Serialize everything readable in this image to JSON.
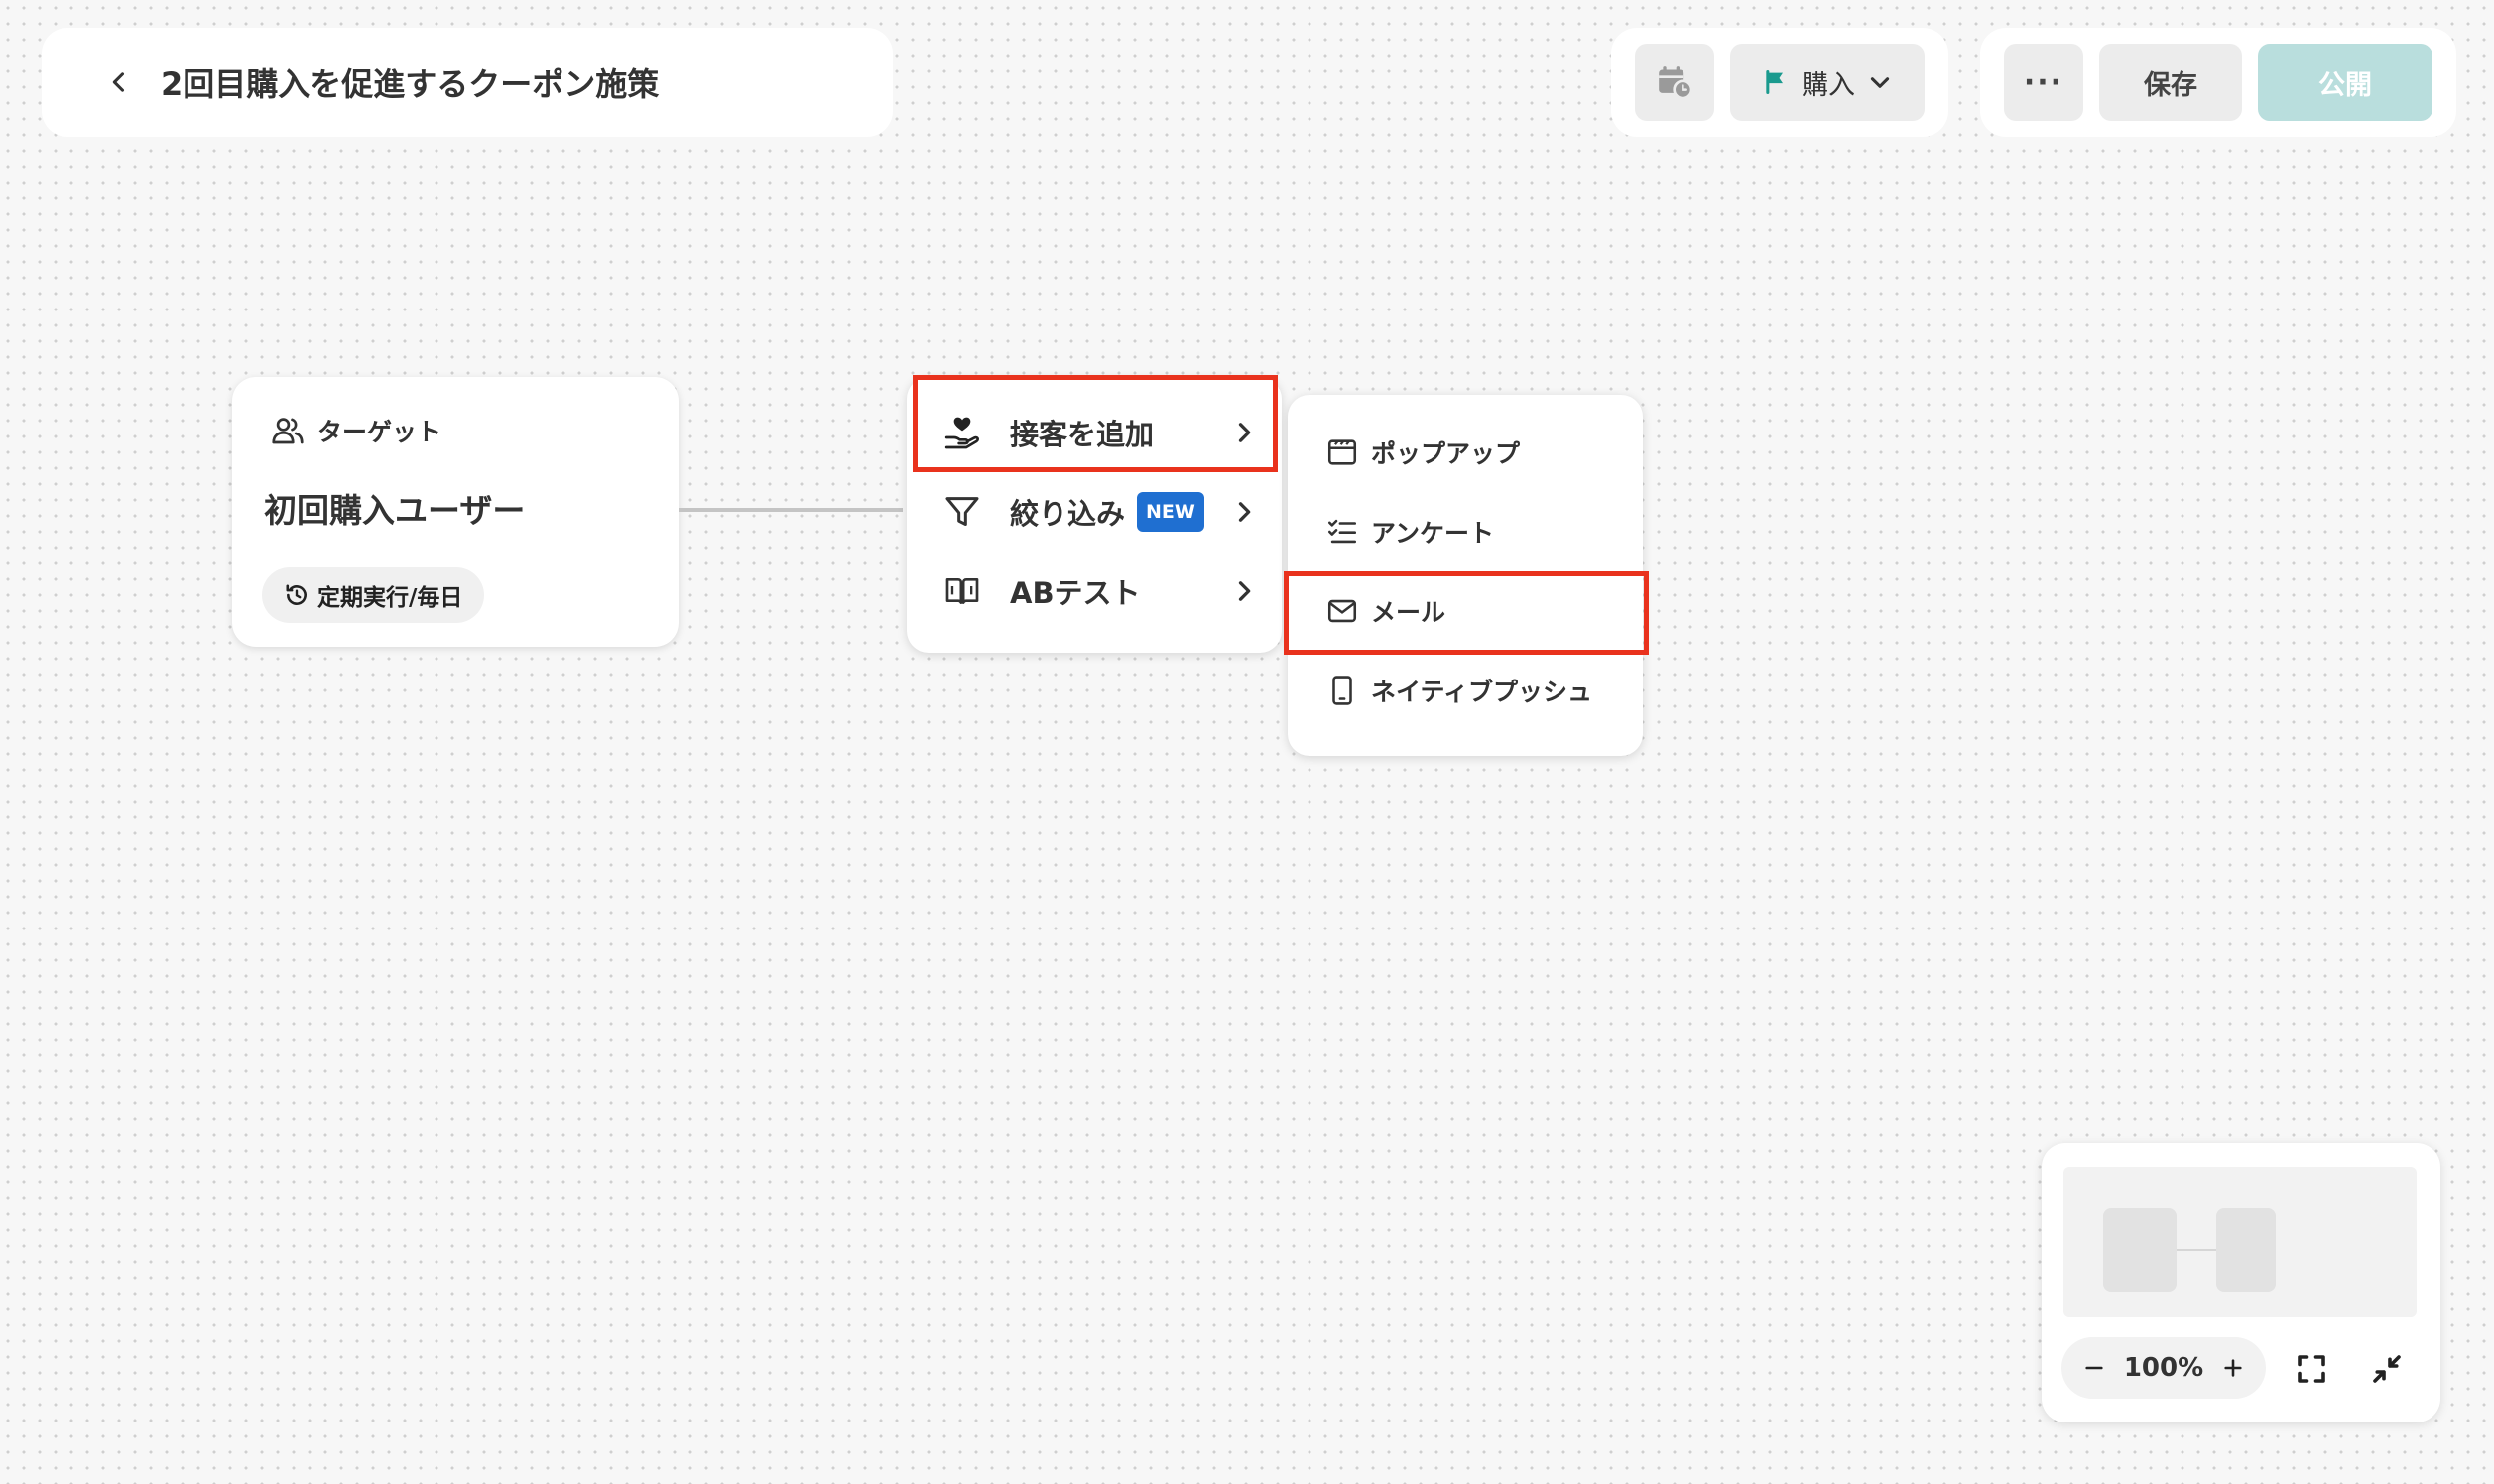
{
  "header": {
    "title": "2回目購入を促進するクーポン施策",
    "goal_label": "購入",
    "more_label": "···",
    "save_label": "保存",
    "publish_label": "公開"
  },
  "target_node": {
    "header_label": "ターゲット",
    "name": "初回購入ユーザー",
    "schedule": "定期実行/毎日"
  },
  "action_menu": {
    "items": [
      {
        "label": "接客を追加",
        "icon": "hand-heart-icon"
      },
      {
        "label": "絞り込み",
        "icon": "filter-icon",
        "badge": "NEW"
      },
      {
        "label": "ABテスト",
        "icon": "ab-test-icon"
      }
    ]
  },
  "channel_menu": {
    "items": [
      {
        "label": "ポップアップ",
        "icon": "popup-icon"
      },
      {
        "label": "アンケート",
        "icon": "checklist-icon"
      },
      {
        "label": "メール",
        "icon": "mail-icon"
      },
      {
        "label": "ネイティブプッシュ",
        "icon": "mobile-icon"
      }
    ]
  },
  "minimap": {
    "zoom": "100%"
  },
  "colors": {
    "highlight": "#e9321d",
    "publish_bg": "#b9dedd",
    "flag": "#1a9a8e",
    "new_badge": "#1f6fd1"
  }
}
